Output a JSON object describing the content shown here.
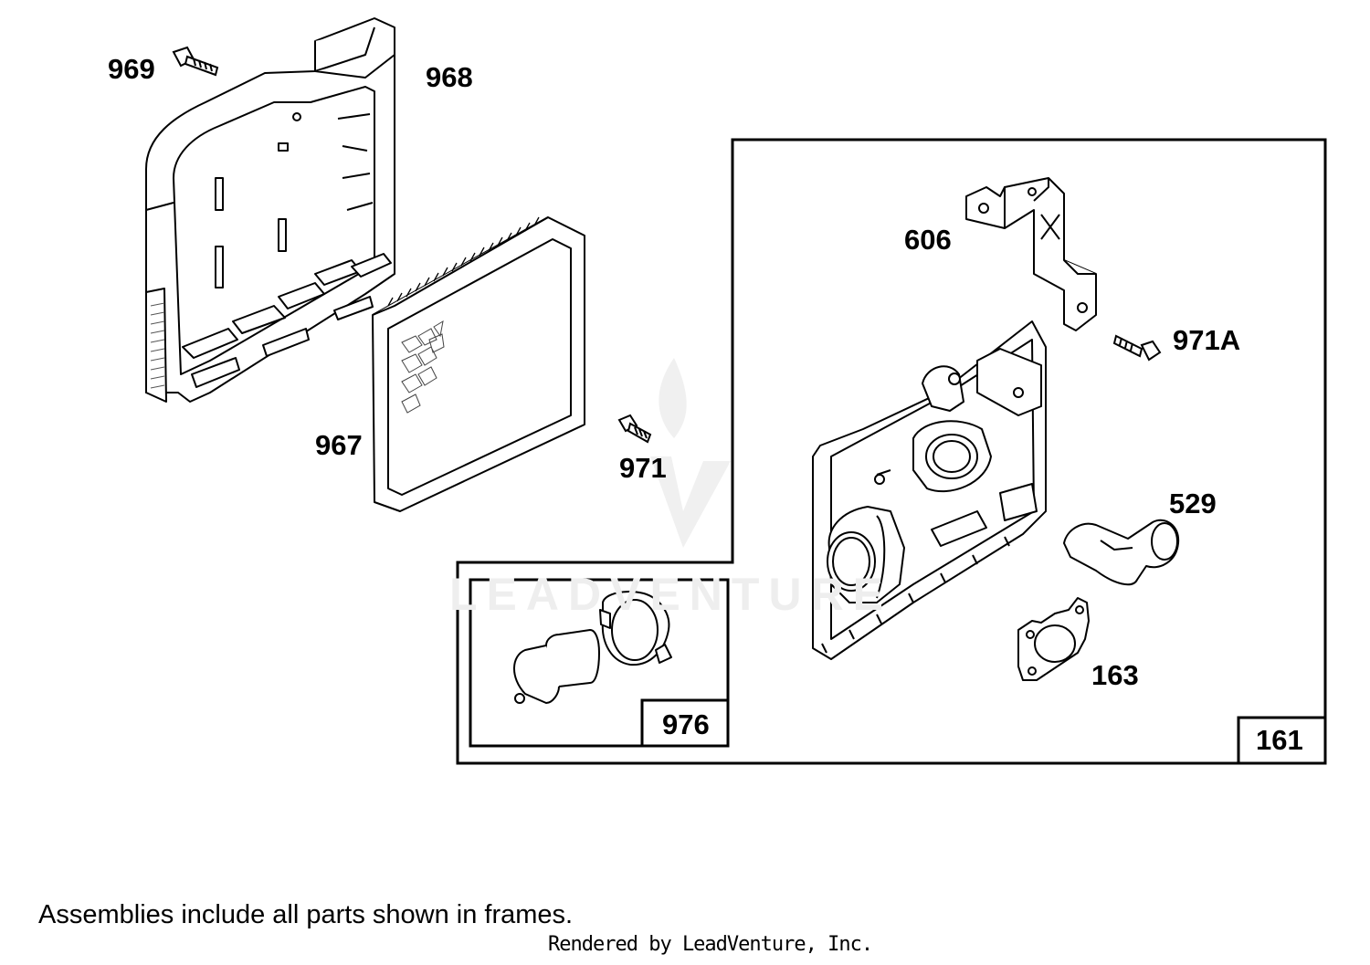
{
  "callouts": {
    "p969": "969",
    "p968": "968",
    "p967": "967",
    "p971": "971",
    "p606": "606",
    "p971A": "971A",
    "p529": "529",
    "p163": "163",
    "p976": "976",
    "p161": "161"
  },
  "watermark": {
    "text": "LEADVENTURE"
  },
  "footer": {
    "note": "Assemblies include all parts shown in frames.",
    "rendered_by": "Rendered by LeadVenture, Inc."
  },
  "colors": {
    "line": "#000000",
    "watermark": "#eeeeee",
    "background": "#ffffff"
  }
}
